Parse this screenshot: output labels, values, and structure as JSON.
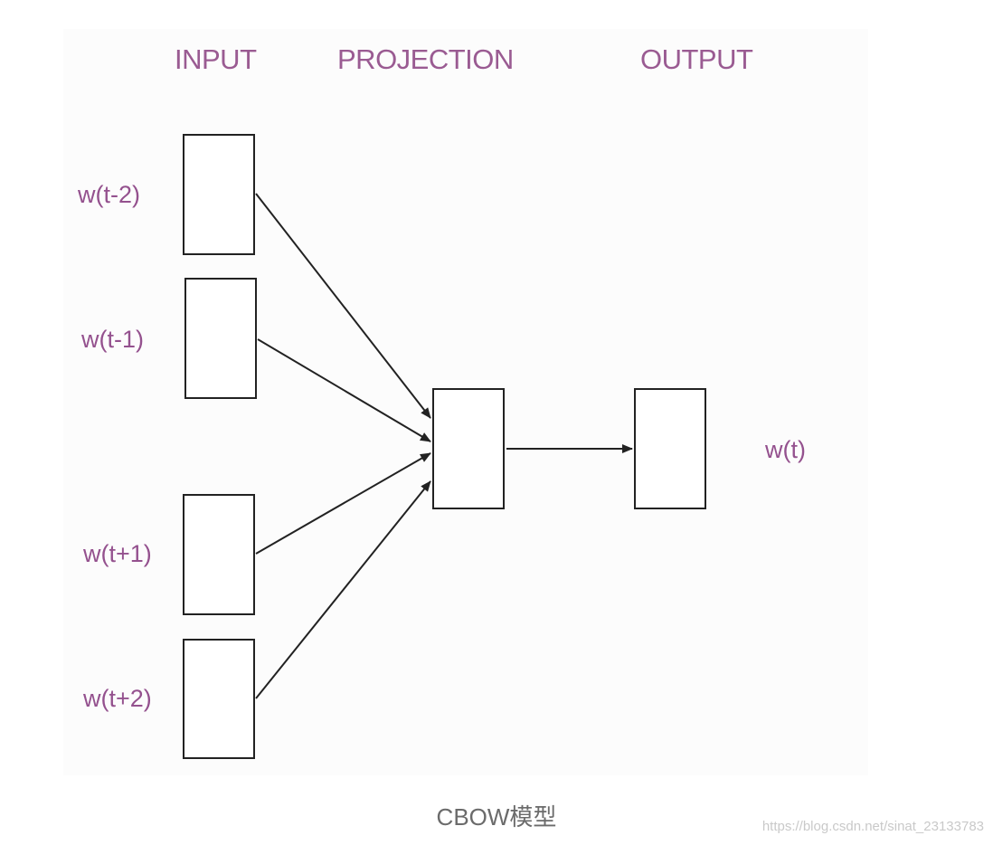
{
  "headers": {
    "input": "INPUT",
    "projection": "PROJECTION",
    "output": "OUTPUT"
  },
  "inputs": [
    {
      "label": "w(t-2)"
    },
    {
      "label": "w(t-1)"
    },
    {
      "label": "w(t+1)"
    },
    {
      "label": "w(t+2)"
    }
  ],
  "output": {
    "label": "w(t)"
  },
  "caption": "CBOW模型",
  "watermark": "https://blog.csdn.net/sinat_23133783",
  "colors": {
    "label": "#94518e",
    "header": "#9a5b92",
    "line": "#222222",
    "caption": "#6b6b6b"
  }
}
